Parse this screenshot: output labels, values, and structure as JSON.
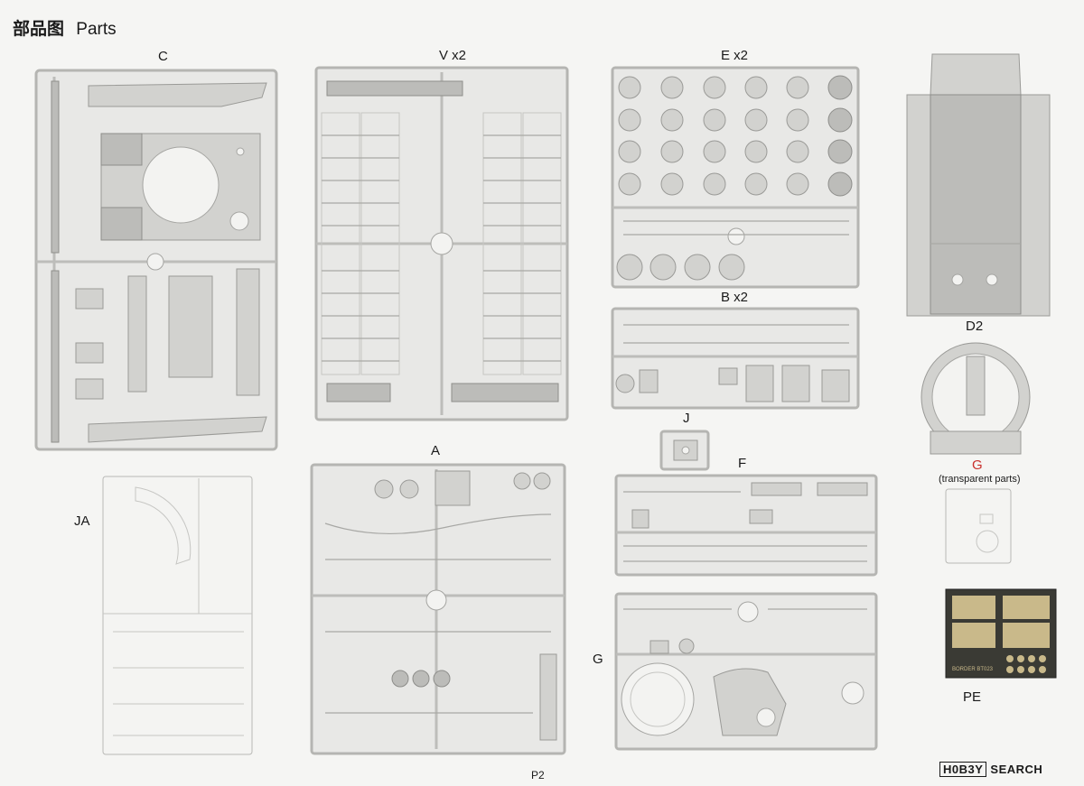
{
  "header": {
    "title_cn": "部品图",
    "title_en": "Parts"
  },
  "sprues": {
    "c": "C",
    "v": "V x2",
    "e": "E x2",
    "d2": "D2",
    "b": "B x2",
    "ja": "JA",
    "a": "A",
    "j": "J",
    "f": "F",
    "g_top": "G",
    "g_top_note": "(transparent parts)",
    "g": "G",
    "pe": "PE",
    "pe_mark": "BORDER BT023"
  },
  "footer": {
    "page": "P2",
    "watermark_box": "H0B3Y",
    "watermark_text": "SEARCH"
  },
  "colors": {
    "sprue": "#e8e8e6",
    "accent": "#c9302c"
  }
}
